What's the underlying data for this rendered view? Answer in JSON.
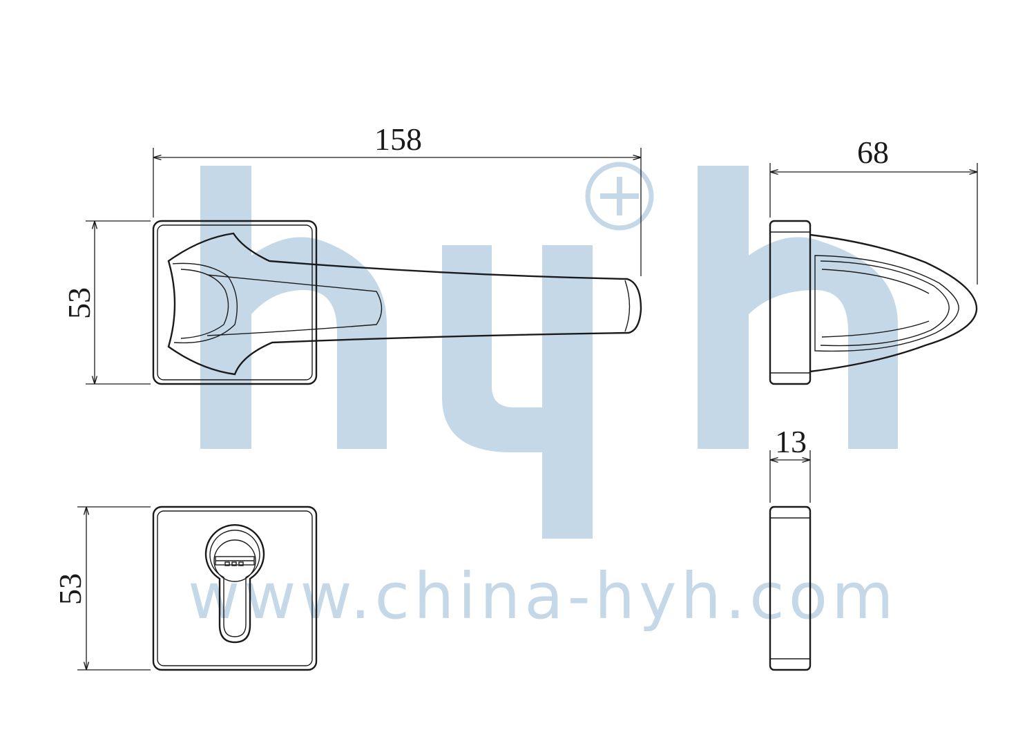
{
  "watermark": {
    "logo": "hyh",
    "url": "www.china-hyh.com",
    "color": "#c5d8e8"
  },
  "dimensions": {
    "handle_length": "158",
    "rose_height": "53",
    "projection": "68",
    "escutcheon_height": "53",
    "escutcheon_thickness": "13"
  },
  "colors": {
    "line": "#1a1a1a",
    "watermark": "#c5d8e8"
  }
}
